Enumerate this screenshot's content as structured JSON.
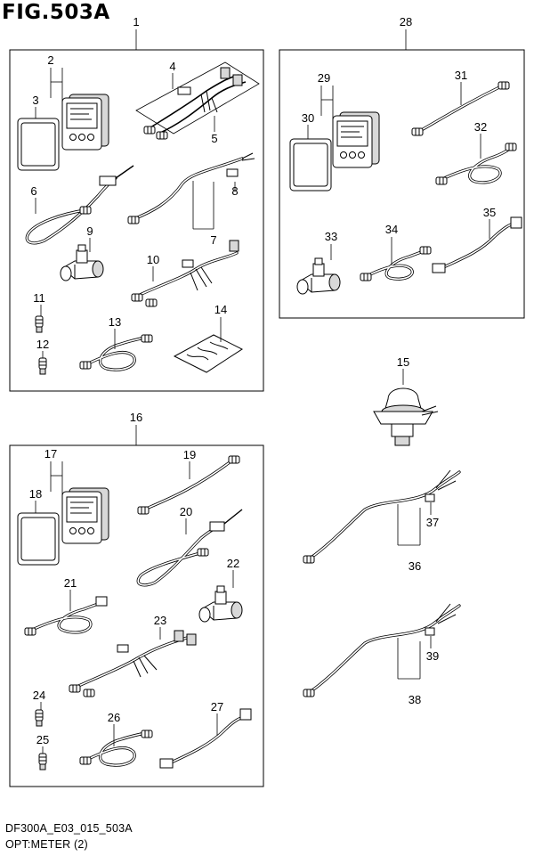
{
  "figure_title": "FIG.503A",
  "footer": {
    "code": "DF300A_E03_015_503A",
    "name": "OPT:METER (2)"
  },
  "callouts": {
    "c1": "1",
    "c2": "2",
    "c3": "3",
    "c4": "4",
    "c5": "5",
    "c6": "6",
    "c7": "7",
    "c8": "8",
    "c9": "9",
    "c10": "10",
    "c11": "11",
    "c12": "12",
    "c13": "13",
    "c14": "14",
    "c15": "15",
    "c16": "16",
    "c17": "17",
    "c18": "18",
    "c19": "19",
    "c20": "20",
    "c21": "21",
    "c22": "22",
    "c23": "23",
    "c24": "24",
    "c25": "25",
    "c26": "26",
    "c27": "27",
    "c28": "28",
    "c29": "29",
    "c30": "30",
    "c31": "31",
    "c32": "32",
    "c33": "33",
    "c34": "34",
    "c35": "35",
    "c36": "36",
    "c37": "37",
    "c38": "38",
    "c39": "39"
  }
}
